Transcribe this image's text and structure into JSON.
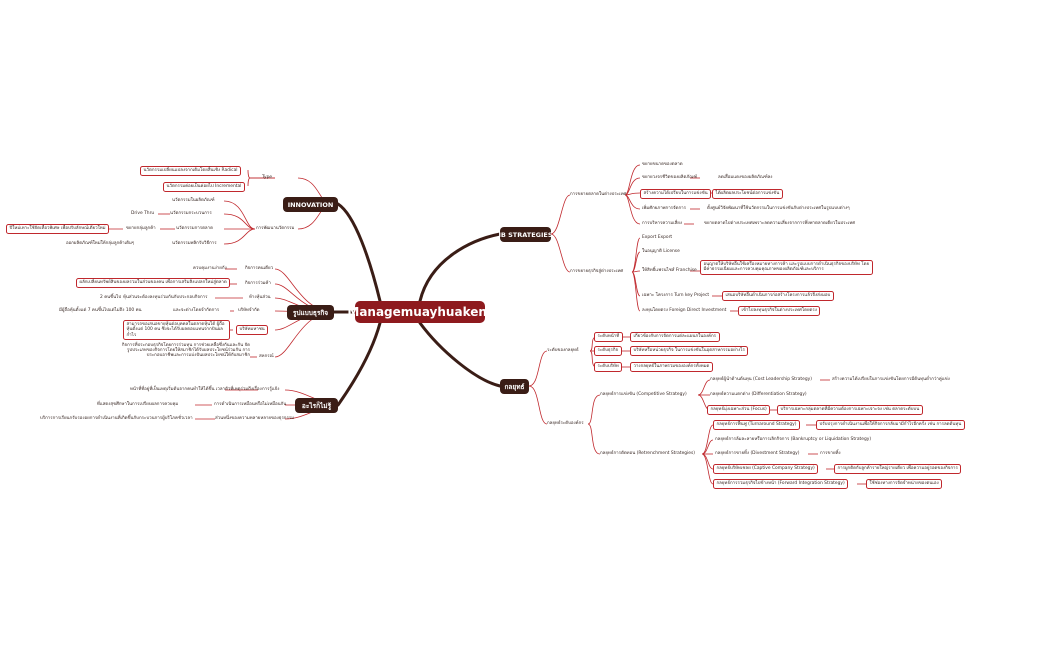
{
  "central": "Managemuayhuakent",
  "branches": {
    "ib": "IB STRATEGIES",
    "innovation": "INNOVATION",
    "business_model": "รูปแบบธุรกิจ",
    "strategy": "กลยุทธ์",
    "other": "อะไรก็ไม่รู้"
  },
  "innovation": {
    "type": "Type",
    "radical": "นวัตกรรมเปลี่ยนแปลงจากเดิมโดยสิ้นเชิง Radical",
    "incremental": "นวัตกรรมค่อยเป็นค่อยไป Incremental",
    "dev": "การพัฒนานวัตกรรม",
    "product_innov": "นวัตกรรมในผลิตภัณฑ์",
    "drive_thru": "Drive Thru",
    "process_innov": "นวัตกรรมกระบวนการ",
    "market_innov": "นวัตกรรมการตลาด",
    "expand_target": "ขยายกลุ่มลูกค้า",
    "single_flow": "ปีใหม่เหาะใช้จัดเทื่อวพิเศษ เพื่อปรับลักษณ์เดียวใหม่",
    "biz_innov": "นวัตกรรมพลิกรับวิธีการ",
    "new_product": "ออกผลิตภัณฑ์ใหม่ให้กลุ่มลูกค้าเดิมๆ"
  },
  "business_model": {
    "personal": "กิจการคนเดียว",
    "personal_desc": "ควบคุมงานง่ายกัง",
    "partnership": "กิจการร่วมค้า",
    "partnership_desc": "ผลักเปลี่ยนทรัพย์สินของผลรวมในส่วนของคน เพื่อการเสริมสิ่งแปลกใหม่สู่ตลาด",
    "shareholder": "ห้างหุ้นส่วน",
    "shareholder_desc": "2 คนขึ้นไป",
    "shareholder_detail": "หุ้นส่วนจะต้องลงทุนร่วมกันกับประกอบกิจการ",
    "company": "บริษัทจำกัด",
    "company_desc": "มีผู้ถือหุ้นตั้งแต่ 7 คนขึ้นไปแต่ไม่ถึง 100 คน",
    "company_detail": "และจะต่างโดยจำกัดการ",
    "public": "บริษัทมหาชน",
    "public_desc": "สามารถขอเสนอขายหุ้นต่อบุคคลในตลาดหุ้นได้ ผู้ถือหุ้นตั้งแต่ 100 คน ซึ่งจะได้รับผลตอบแทนจากปันผลกำไร",
    "coop": "สหกรณ์",
    "coop_desc": "กิจการที่ประกอบธุรกิจโดยการร่วมทุน การช่วยเหลือซึ่งกันและกัน จัดรูปประเภทของกิจการโดยให้สมาชิกได้รับผลประโยชน์ร่วมกัน การประกอบอาชีพและการแบ่งปันผลประโยชน์ให้กับสมาชิก"
  },
  "other": {
    "opportunity": "การรู้แจ้ง",
    "opportunity_desc": "หน้าที่ที่อยู่ที่เป็นเหตุเริ่มต้นจากคนทำให้ได้ขึ้น เวลาตัวที่เหตุร่วมถึงเรื่อง",
    "evaluate": "การดำเนินการเหมือนหรือไม่เหมือนกัน",
    "evaluate_desc": "ที่แสดงสุขศึกษาในการเปรียบผลการควบคุม",
    "share": "ส่วนหนึ่งของความหลายหลายของธุรกรรม",
    "share_desc": "บริการการเรียนกรับรองอยการดำเนินงานที่เกิดขึ้นกับกระบวนการผู้บริโภคชั่วเวลา"
  },
  "ib": {
    "expand": "การขยายตลาดในต่างประเทศ",
    "expand_items": [
      "ขยายขนาดของตลาด",
      "ขยายวงจรชีวิตของผลิตภัณฑ์",
      "สร้างความได้เปรียบในการแข่งขัน",
      "เพิ่มศักยภาพการจัดการ",
      "การบริหารความเสี่ยง"
    ],
    "lifecycle_desc": "ลดเสื่อมแดงของผลิตภัณฑ์ลง",
    "advantage_desc": "ได้ผลิตผลประโยชน์ต่อการแข่งขัน",
    "capability_desc": "ตั้งศูนย์วิจัยพัฒนาที่ใช้นวัตกรรมในการแข่งขันกับต่างประเทศในรูปแบบต่างๆ",
    "risk_desc": "ขยายตลาดไปต่างประเทศเพราะลดความเสี่ยงจากการพึ่งพาตลาดเดียวในประเทศ",
    "entry": "การขยายธุรกิจสู่ต่างประเทศ",
    "entry_items": [
      "Export Export",
      "ในอนุญาติ License",
      "ให้สิทธิ์แฟรนไชส์ Franchise",
      "เฉพาะ โครงการ Turn key Project",
      "ลงทุนโดยตรง Foreign Direct Investment"
    ],
    "franchise_desc": "อนุญาตให้บริษัทอื่นใช้เครื่องหมายทางการค้า และรูปแบบการดำเนินธุรกิจของบริษัท โดยมีค่าธรรมเนียมและการควบคุมคุณภาพของผลิตภัณฑ์และบริการ",
    "turnkey_desc": "เสนอบริษัทอื่นดำเนินการก่อสร้างโครงการแล้วจึงส่งมอบ",
    "fdi_desc": "เข้าไปลงทุนธุรกิจในต่างประเทศโดยตรง"
  },
  "strategy": {
    "level": "ระดับของกลยุทธ์",
    "level_items": [
      {
        "label": "ระดับหน้าที่",
        "desc": "เกี่ยวข้องกับการจัดการแต่ละแผนกในองค์กร"
      },
      {
        "label": "ระดับธุรกิจ",
        "desc": "บริษัทหรือหน่วยธุรกิจ ในการแข่งขันในอุตสาหกรรมอย่างไร"
      },
      {
        "label": "ระดับบริษัท",
        "desc": "วางกลยุทธ์ในภาพรวมขององค์กรทั้งหมด"
      }
    ],
    "corporate": "กลยุทธ์ระดับองค์กร",
    "competitive": "กลยุทธ์การแข่งขัน (Competitive Strategy)",
    "competitive_items": [
      {
        "label": "กลยุทธ์ผู้นำด้านต้นทุน (Cost Leadership Strategy)",
        "desc": "สร้างความได้เปรียบในการแข่งขันโดยการมีต้นทุนต่ำกว่าคู่แข่ง"
      },
      {
        "label": "กลยุทธ์ความแตกต่าง (Differentiation Strategy)",
        "desc": ""
      },
      {
        "label": "กลยุทธ์มุ่งเฉพาะส่วน (Focus)",
        "desc": "บริการเฉพาะกลุ่มตลาดที่มีความต้องการเฉพาะเจาะจง เช่น ตลาดระดับบน"
      }
    ],
    "retrenchment": "กลยุทธ์การตัดทอน (Retrenchment Strategies)",
    "retrench_items": [
      {
        "label": "กลยุทธ์การฟื้นฟู (Turnaround Strategy)",
        "desc": "ปรับปรุงการดำเนินงานเพื่อให้กิจการกลับมามีกำไรอีกครั้ง เช่น การลดต้นทุน"
      },
      {
        "label": "กลยุทธ์การล้มละลายหรือการเลิกกิจการ (Bankruptcy or Liquidation Strategy)",
        "desc": ""
      },
      {
        "label": "กลยุทธ์การขายทิ้ง (Divestment Strategy)",
        "desc": "การขายทิ้ง"
      },
      {
        "label": "กลยุทธ์บริษัทเชลย (Captive Company Strategy)",
        "desc": "การผูกติดกับลูกค้ารายใหญ่รายเดียว เพื่อความอยู่รอดของกิจการ"
      },
      {
        "label": "กลยุทธ์การรวมธุรกิจไปข้างหน้า (Forward Integration Strategy)",
        "desc": "ใช้ช่องทางการจัดจำหน่ายของตนเอง"
      }
    ]
  },
  "colors": {
    "central": "#8e1a1e",
    "main": "#3a1d16",
    "line": "#c0282d",
    "dark_line": "#3a1d16"
  }
}
